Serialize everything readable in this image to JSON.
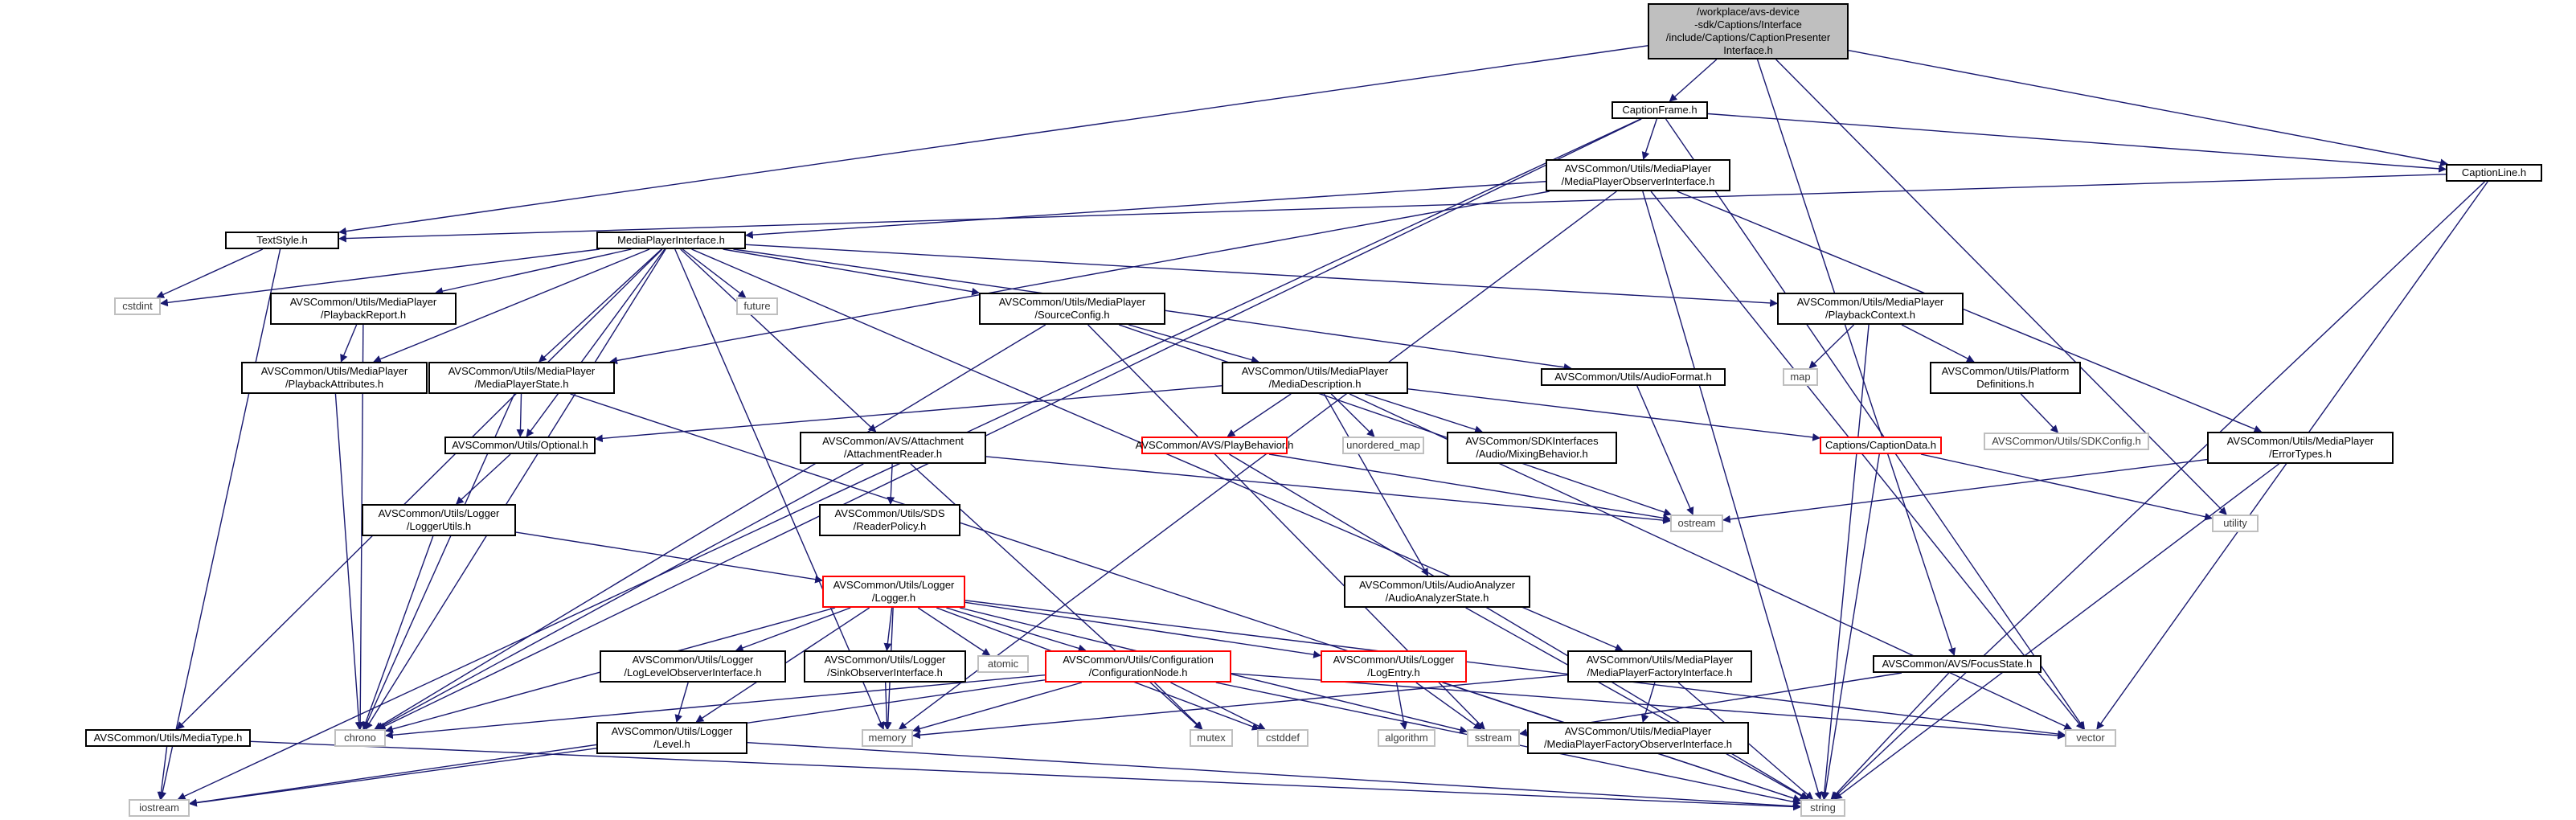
{
  "diagram": {
    "type": "include-dependency-graph",
    "edge_color": "#191970",
    "nodes": [
      {
        "id": "root",
        "lines": [
          "/workplace/avs-device",
          "-sdk/Captions/Interface",
          "/include/Captions/CaptionPresenter",
          "Interface.h"
        ],
        "style": "root"
      },
      {
        "id": "captionframe",
        "lines": [
          "CaptionFrame.h"
        ],
        "style": "normal"
      },
      {
        "id": "captionline",
        "lines": [
          "CaptionLine.h"
        ],
        "style": "normal"
      },
      {
        "id": "mpobserver",
        "lines": [
          "AVSCommon/Utils/MediaPlayer",
          "/MediaPlayerObserverInterface.h"
        ],
        "style": "normal"
      },
      {
        "id": "textstyle",
        "lines": [
          "TextStyle.h"
        ],
        "style": "normal"
      },
      {
        "id": "mpinterface",
        "lines": [
          "MediaPlayerInterface.h"
        ],
        "style": "normal"
      },
      {
        "id": "cstdint",
        "lines": [
          "cstdint"
        ],
        "style": "external"
      },
      {
        "id": "playbackreport",
        "lines": [
          "AVSCommon/Utils/MediaPlayer",
          "/PlaybackReport.h"
        ],
        "style": "normal"
      },
      {
        "id": "future",
        "lines": [
          "future"
        ],
        "style": "external"
      },
      {
        "id": "sourceconfig",
        "lines": [
          "AVSCommon/Utils/MediaPlayer",
          "/SourceConfig.h"
        ],
        "style": "normal"
      },
      {
        "id": "playbackcontext",
        "lines": [
          "AVSCommon/Utils/MediaPlayer",
          "/PlaybackContext.h"
        ],
        "style": "normal"
      },
      {
        "id": "playbackattributes",
        "lines": [
          "AVSCommon/Utils/MediaPlayer",
          "/PlaybackAttributes.h"
        ],
        "style": "normal"
      },
      {
        "id": "mpstate",
        "lines": [
          "AVSCommon/Utils/MediaPlayer",
          "/MediaPlayerState.h"
        ],
        "style": "normal"
      },
      {
        "id": "mediadescription",
        "lines": [
          "AVSCommon/Utils/MediaPlayer",
          "/MediaDescription.h"
        ],
        "style": "normal"
      },
      {
        "id": "audioformat",
        "lines": [
          "AVSCommon/Utils/AudioFormat.h"
        ],
        "style": "normal"
      },
      {
        "id": "map",
        "lines": [
          "map"
        ],
        "style": "external"
      },
      {
        "id": "platformdefs",
        "lines": [
          "AVSCommon/Utils/Platform",
          "Definitions.h"
        ],
        "style": "normal"
      },
      {
        "id": "sdkconfig",
        "lines": [
          "AVSCommon/Utils/SDKConfig.h"
        ],
        "style": "external"
      },
      {
        "id": "optional",
        "lines": [
          "AVSCommon/Utils/Optional.h"
        ],
        "style": "normal"
      },
      {
        "id": "playbehavior",
        "lines": [
          "AVSCommon/AVS/PlayBehavior.h"
        ],
        "style": "red"
      },
      {
        "id": "unorderedmap",
        "lines": [
          "unordered_map"
        ],
        "style": "external"
      },
      {
        "id": "mixingbehavior",
        "lines": [
          "AVSCommon/SDKInterfaces",
          "/Audio/MixingBehavior.h"
        ],
        "style": "normal"
      },
      {
        "id": "captiondata",
        "lines": [
          "Captions/CaptionData.h"
        ],
        "style": "red"
      },
      {
        "id": "errortypes",
        "lines": [
          "AVSCommon/Utils/MediaPlayer",
          "/ErrorTypes.h"
        ],
        "style": "normal"
      },
      {
        "id": "attachmentreader",
        "lines": [
          "AVSCommon/AVS/Attachment",
          "/AttachmentReader.h"
        ],
        "style": "normal"
      },
      {
        "id": "ostream",
        "lines": [
          "ostream"
        ],
        "style": "external"
      },
      {
        "id": "utility",
        "lines": [
          "utility"
        ],
        "style": "external"
      },
      {
        "id": "loggerutils",
        "lines": [
          "AVSCommon/Utils/Logger",
          "/LoggerUtils.h"
        ],
        "style": "normal"
      },
      {
        "id": "readerpolicy",
        "lines": [
          "AVSCommon/Utils/SDS",
          "/ReaderPolicy.h"
        ],
        "style": "normal"
      },
      {
        "id": "logger",
        "lines": [
          "AVSCommon/Utils/Logger",
          "/Logger.h"
        ],
        "style": "red"
      },
      {
        "id": "audioanalyzerstate",
        "lines": [
          "AVSCommon/Utils/AudioAnalyzer",
          "/AudioAnalyzerState.h"
        ],
        "style": "normal"
      },
      {
        "id": "loglevelobserver",
        "lines": [
          "AVSCommon/Utils/Logger",
          "/LogLevelObserverInterface.h"
        ],
        "style": "normal"
      },
      {
        "id": "sinkobserver",
        "lines": [
          "AVSCommon/Utils/Logger",
          "/SinkObserverInterface.h"
        ],
        "style": "normal"
      },
      {
        "id": "atomic",
        "lines": [
          "atomic"
        ],
        "style": "external"
      },
      {
        "id": "confignode",
        "lines": [
          "AVSCommon/Utils/Configuration",
          "/ConfigurationNode.h"
        ],
        "style": "red"
      },
      {
        "id": "logentry",
        "lines": [
          "AVSCommon/Utils/Logger",
          "/LogEntry.h"
        ],
        "style": "red"
      },
      {
        "id": "mpfactory",
        "lines": [
          "AVSCommon/Utils/MediaPlayer",
          "/MediaPlayerFactoryInterface.h"
        ],
        "style": "normal"
      },
      {
        "id": "focusstate",
        "lines": [
          "AVSCommon/AVS/FocusState.h"
        ],
        "style": "normal"
      },
      {
        "id": "mediatype",
        "lines": [
          "AVSCommon/Utils/MediaType.h"
        ],
        "style": "normal"
      },
      {
        "id": "chrono",
        "lines": [
          "chrono"
        ],
        "style": "external"
      },
      {
        "id": "level",
        "lines": [
          "AVSCommon/Utils/Logger",
          "/Level.h"
        ],
        "style": "normal"
      },
      {
        "id": "memory",
        "lines": [
          "memory"
        ],
        "style": "external"
      },
      {
        "id": "mutex",
        "lines": [
          "mutex"
        ],
        "style": "external"
      },
      {
        "id": "cstddef",
        "lines": [
          "cstddef"
        ],
        "style": "external"
      },
      {
        "id": "algorithm",
        "lines": [
          "algorithm"
        ],
        "style": "external"
      },
      {
        "id": "sstream",
        "lines": [
          "sstream"
        ],
        "style": "external"
      },
      {
        "id": "mpfactoryobserver",
        "lines": [
          "AVSCommon/Utils/MediaPlayer",
          "/MediaPlayerFactoryObserverInterface.h"
        ],
        "style": "normal"
      },
      {
        "id": "vector",
        "lines": [
          "vector"
        ],
        "style": "external"
      },
      {
        "id": "iostream",
        "lines": [
          "iostream"
        ],
        "style": "external"
      },
      {
        "id": "string",
        "lines": [
          "string"
        ],
        "style": "external"
      }
    ],
    "edges": [
      [
        "root",
        "captionframe"
      ],
      [
        "root",
        "captionline"
      ],
      [
        "root",
        "textstyle"
      ],
      [
        "root",
        "focusstate"
      ],
      [
        "root",
        "utility"
      ],
      [
        "captionframe",
        "captionline"
      ],
      [
        "captionframe",
        "mpobserver"
      ],
      [
        "captionframe",
        "iostream"
      ],
      [
        "captionframe",
        "chrono"
      ],
      [
        "captionframe",
        "vector"
      ],
      [
        "captionline",
        "textstyle"
      ],
      [
        "captionline",
        "vector"
      ],
      [
        "captionline",
        "string"
      ],
      [
        "textstyle",
        "cstdint"
      ],
      [
        "textstyle",
        "iostream"
      ],
      [
        "mpobserver",
        "mpinterface"
      ],
      [
        "mpobserver",
        "mpstate"
      ],
      [
        "mpobserver",
        "errortypes"
      ],
      [
        "mpobserver",
        "memory"
      ],
      [
        "mpobserver",
        "vector"
      ],
      [
        "mpobserver",
        "string"
      ],
      [
        "mpinterface",
        "cstdint"
      ],
      [
        "mpinterface",
        "playbackreport"
      ],
      [
        "mpinterface",
        "future"
      ],
      [
        "mpinterface",
        "sourceconfig"
      ],
      [
        "mpinterface",
        "playbackcontext"
      ],
      [
        "mpinterface",
        "playbackattributes"
      ],
      [
        "mpinterface",
        "mpstate"
      ],
      [
        "mpinterface",
        "audioformat"
      ],
      [
        "mpinterface",
        "optional"
      ],
      [
        "mpinterface",
        "attachmentreader"
      ],
      [
        "mpinterface",
        "mediatype"
      ],
      [
        "mpinterface",
        "chrono"
      ],
      [
        "mpinterface",
        "memory"
      ],
      [
        "mpinterface",
        "mpfactory"
      ],
      [
        "playbackreport",
        "playbackattributes"
      ],
      [
        "playbackreport",
        "chrono"
      ],
      [
        "sourceconfig",
        "mediadescription"
      ],
      [
        "sourceconfig",
        "chrono"
      ],
      [
        "sourceconfig",
        "ostream"
      ],
      [
        "sourceconfig",
        "sstream"
      ],
      [
        "playbackcontext",
        "map"
      ],
      [
        "playbackcontext",
        "platformdefs"
      ],
      [
        "playbackcontext",
        "string"
      ],
      [
        "platformdefs",
        "sdkconfig"
      ],
      [
        "playbackattributes",
        "chrono"
      ],
      [
        "mpstate",
        "optional"
      ],
      [
        "mpstate",
        "chrono"
      ],
      [
        "mpstate",
        "string"
      ],
      [
        "mediadescription",
        "optional"
      ],
      [
        "mediadescription",
        "playbehavior"
      ],
      [
        "mediadescription",
        "unorderedmap"
      ],
      [
        "mediadescription",
        "mixingbehavior"
      ],
      [
        "mediadescription",
        "captiondata"
      ],
      [
        "mediadescription",
        "audioanalyzerstate"
      ],
      [
        "mediadescription",
        "vector"
      ],
      [
        "audioformat",
        "ostream"
      ],
      [
        "optional",
        "loggerutils"
      ],
      [
        "playbehavior",
        "ostream"
      ],
      [
        "playbehavior",
        "string"
      ],
      [
        "captiondata",
        "utility"
      ],
      [
        "captiondata",
        "string"
      ],
      [
        "errortypes",
        "ostream"
      ],
      [
        "errortypes",
        "string"
      ],
      [
        "attachmentreader",
        "readerpolicy"
      ],
      [
        "attachmentreader",
        "chrono"
      ],
      [
        "attachmentreader",
        "ostream"
      ],
      [
        "attachmentreader",
        "mutex"
      ],
      [
        "loggerutils",
        "logger"
      ],
      [
        "loggerutils",
        "chrono"
      ],
      [
        "logger",
        "loglevelobserver"
      ],
      [
        "logger",
        "sinkobserver"
      ],
      [
        "logger",
        "atomic"
      ],
      [
        "logger",
        "confignode"
      ],
      [
        "logger",
        "logentry"
      ],
      [
        "logger",
        "chrono"
      ],
      [
        "logger",
        "level"
      ],
      [
        "logger",
        "memory"
      ],
      [
        "logger",
        "cstddef"
      ],
      [
        "logger",
        "vector"
      ],
      [
        "logger",
        "sstream"
      ],
      [
        "loglevelobserver",
        "level"
      ],
      [
        "sinkobserver",
        "memory"
      ],
      [
        "confignode",
        "chrono"
      ],
      [
        "confignode",
        "memory"
      ],
      [
        "confignode",
        "mutex"
      ],
      [
        "confignode",
        "cstddef"
      ],
      [
        "confignode",
        "string"
      ],
      [
        "confignode",
        "iostream"
      ],
      [
        "confignode",
        "vector"
      ],
      [
        "logentry",
        "algorithm"
      ],
      [
        "logentry",
        "sstream"
      ],
      [
        "logentry",
        "string"
      ],
      [
        "level",
        "iostream"
      ],
      [
        "level",
        "string"
      ],
      [
        "audioanalyzerstate",
        "string"
      ],
      [
        "mpfactory",
        "mpfactoryobserver"
      ],
      [
        "mpfactory",
        "memory"
      ],
      [
        "mpfactory",
        "string"
      ],
      [
        "focusstate",
        "string"
      ],
      [
        "focusstate",
        "sstream"
      ],
      [
        "mediatype",
        "iostream"
      ],
      [
        "mediatype",
        "string"
      ]
    ]
  }
}
